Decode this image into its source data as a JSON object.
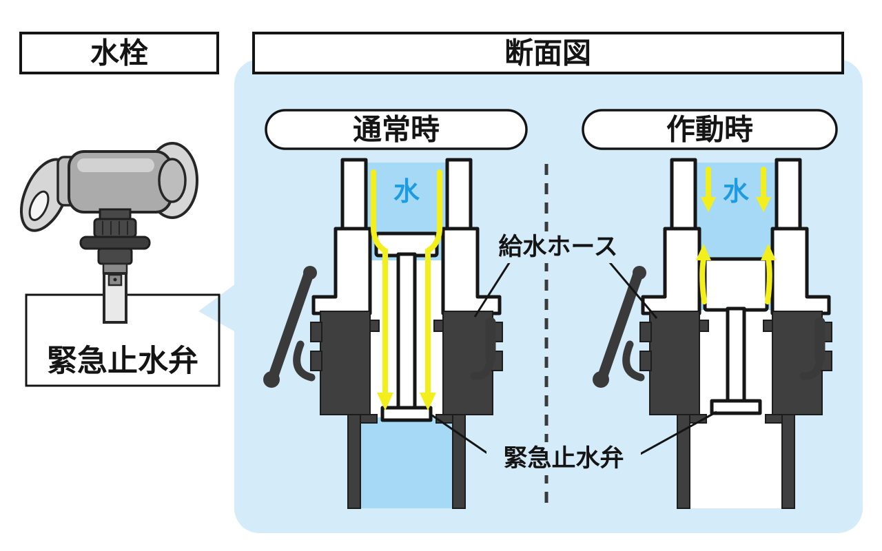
{
  "faucet_section": {
    "title": "水栓",
    "callout_label": "緊急止水弁"
  },
  "cross_section": {
    "title": "断面図",
    "normal": {
      "label": "通常時",
      "water_label": "水"
    },
    "activated": {
      "label": "作動時",
      "water_label": "水"
    },
    "annotations": {
      "supply_hose": "給水ホース",
      "emergency_valve": "緊急止水弁"
    }
  },
  "colors": {
    "panel_bg": "#d4ebf9",
    "water_blue": "#a6d9f5",
    "water_text_blue": "#1e9ce2",
    "arrow_yellow": "#f3ef1d",
    "dark_gray": "#3f3f3f",
    "outline_black": "#141414",
    "metal_gray": "#ababab",
    "page_bg": "#ffffff"
  }
}
